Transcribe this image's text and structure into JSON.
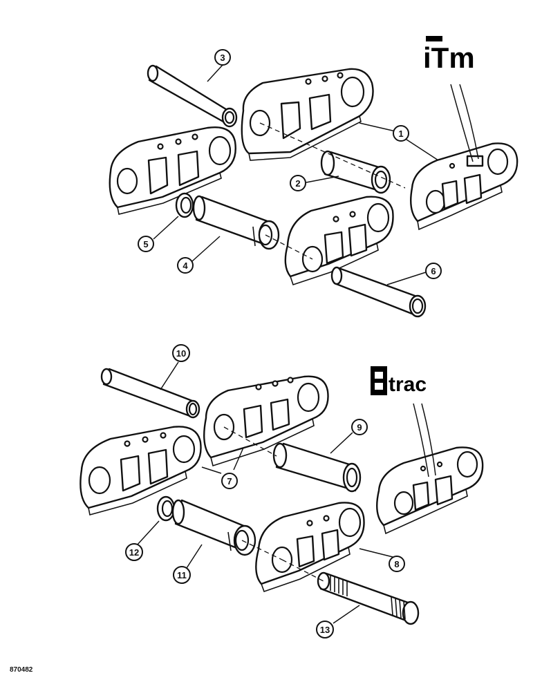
{
  "logos": {
    "itm": "iTm",
    "trac": "trac"
  },
  "figure_id": "870482",
  "callouts": {
    "c1": "1",
    "c2": "2",
    "c3": "3",
    "c4": "4",
    "c5": "5",
    "c6": "6",
    "c7": "7",
    "c8": "8",
    "c9": "9",
    "c10": "10",
    "c11": "11",
    "c12": "12",
    "c13": "13"
  }
}
